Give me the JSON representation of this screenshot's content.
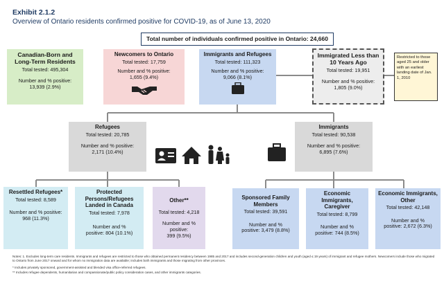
{
  "header": {
    "exhibit": "Exhibit 2.1.2",
    "subtitle": "Overview of Ontario residents confirmed positive for COVID-19, as of June 13, 2020",
    "total": "Total number of individuals confirmed positive in Ontario: 24,660"
  },
  "boxes": {
    "canadian": {
      "title": "Canadian-Born and Long-Term Residents",
      "tested": "Total tested: 495,304",
      "positive_label": "Number and % positive:",
      "positive": "13,939 (2.9%)"
    },
    "newcomers": {
      "title": "Newcomers to Ontario",
      "tested": "Total tested: 17,759",
      "positive_label": "Number and % positive:",
      "positive": "1,655 (9.4%)"
    },
    "immigrants_refugees": {
      "title": "Immigrants and Refugees",
      "tested": "Total tested: 111,323",
      "positive_label": "Number and % positive:",
      "positive": "9,066 (8.1%)"
    },
    "recent": {
      "title": "Immigrated Less than 10 Years Ago",
      "tested": "Total tested: 19,951",
      "positive_label": "Number and % positive:",
      "positive": "1,805 (9.0%)"
    },
    "refugees": {
      "title": "Refugees",
      "tested": "Total tested: 20,785",
      "positive_label": "Number and % positive:",
      "positive": "2,171 (10.4%)"
    },
    "immigrants": {
      "title": "Immigrants",
      "tested": "Total tested: 90,538",
      "positive_label": "Number and % positive:",
      "positive": "6,895 (7.6%)"
    },
    "resettled": {
      "title": "Resettled Refugees*",
      "tested": "Total tested: 8,589",
      "positive_label": "Number and % positive:",
      "positive": "968 (11.3%)"
    },
    "protected": {
      "title": "Protected Persons/Refugees Landed in Canada",
      "tested": "Total tested: 7,978",
      "positive_label": "Number and %",
      "positive": "positive: 804 (10.1%)"
    },
    "other": {
      "title": "Other**",
      "tested": "Total tested: 4,218",
      "positive_label": "Number and % positive:",
      "positive": "399 (9.5%)"
    },
    "sponsored": {
      "title": "Sponsored Family Members",
      "tested": "Total tested: 39,591",
      "positive_label": "Number and %",
      "positive": "positive: 3,479 (8.8%)"
    },
    "caregiver": {
      "title": "Economic Immigrants, Caregiver",
      "tested": "Total tested: 8,799",
      "positive_label": "Number and %",
      "positive": "positive: 744 (8.5%)"
    },
    "econ_other": {
      "title": "Economic Immigrants, Other",
      "tested": "Total tested: 42,148",
      "positive_label": "Number and %",
      "positive": "positive: 2,672 (6.3%)"
    }
  },
  "side_note": "Restricted to those aged 25 and older with an earliest landing date of Jan. 1, 2010",
  "icons": [
    "handshake-icon",
    "briefcase-icon",
    "id-card-icon",
    "house-icon",
    "family-icon"
  ],
  "footnotes": [
    "Notes: 1. Excludes long-term care residents. Immigrants and refugees are restricted to those who obtained permanent residency between 1985 and 2017 and includes second-generation children and youth (aged ≤ 19 years) of immigrant and refugee mothers. Newcomers include those who migrated to Ontario from June 2017 onward and for whom no immigration data are available; includes both immigrants and those migrating from other provinces.",
    "* Includes privately sponsored, government-assisted and blended visa office-referred refugees.",
    "** Includes refugee dependents, humanitarian and compassionate/public policy consideration cases, and other immigrants categories."
  ],
  "colors": {
    "title": "#1f3b63",
    "green": "#d7edc7",
    "pink": "#f7d6d6",
    "blue": "#c7d8f1",
    "grey": "#d9d9d9",
    "light_blue": "#d3ecf3",
    "lavender": "#e2d9ed",
    "note": "#fff6d6"
  }
}
